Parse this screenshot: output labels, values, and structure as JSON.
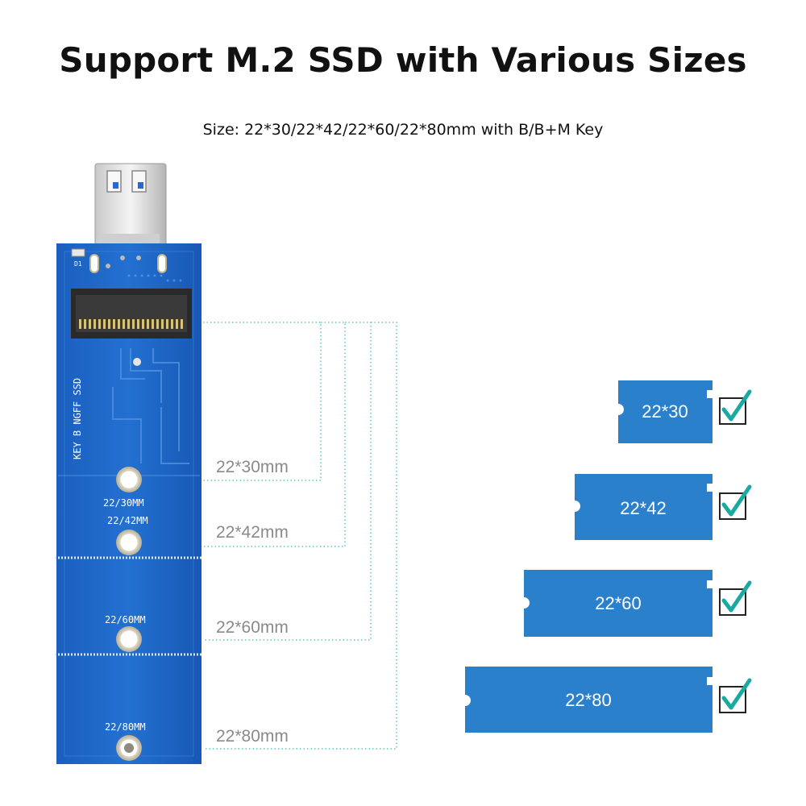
{
  "header": {
    "title": "Support M.2 SSD with Various Sizes",
    "subtitle": "Size: 22*30/22*42/22*60/22*80mm with B/B+M Key"
  },
  "board": {
    "silk_text": "KEY B NGFF SSD",
    "led_label": "D1",
    "marks": [
      "22/30MM",
      "22/42MM",
      "22/60MM",
      "22/80MM"
    ]
  },
  "size_labels": [
    "22*30mm",
    "22*42mm",
    "22*60mm",
    "22*80mm"
  ],
  "ssd_cards": [
    {
      "label": "22*30",
      "checked": true
    },
    {
      "label": "22*42",
      "checked": true
    },
    {
      "label": "22*60",
      "checked": true
    },
    {
      "label": "22*80",
      "checked": true
    }
  ],
  "colors": {
    "pcb_blue": "#1a62c2",
    "ssd_blue": "#2a80cb",
    "check_teal": "#1aa9a2",
    "guide_line": "#5fc8c0"
  }
}
